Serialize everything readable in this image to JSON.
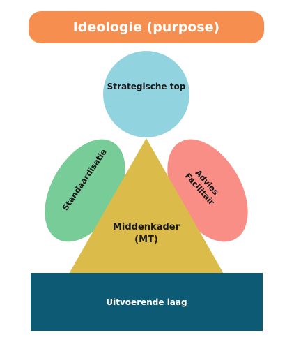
{
  "banner": {
    "label": "Ideologie (purpose)",
    "color": "#f58e4e"
  },
  "nodes": {
    "top": {
      "label": "Strategische top",
      "color": "#92d3e0"
    },
    "left": {
      "label": "Standaardisatie",
      "color": "#78cc98"
    },
    "right": {
      "label_line1": "Advies",
      "label_line2": "Facilitair",
      "color": "#f98e87"
    },
    "middle": {
      "label_line1": "Middenkader",
      "label_line2": "(MT)",
      "color": "#dbbc4a"
    },
    "base": {
      "label": "Uitvoerende laag",
      "color": "#0d5a74"
    }
  }
}
